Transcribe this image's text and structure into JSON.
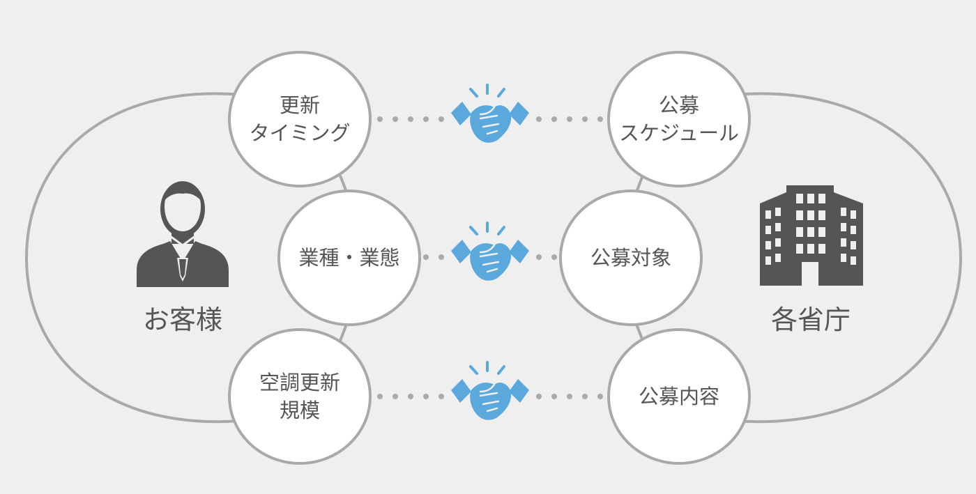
{
  "customer": {
    "label": "お客様",
    "items": [
      {
        "lines": [
          "更新",
          "タイミング"
        ]
      },
      {
        "lines": [
          "業種・業態"
        ]
      },
      {
        "lines": [
          "空調更新",
          "規模"
        ]
      }
    ]
  },
  "government": {
    "label": "各省庁",
    "items": [
      {
        "lines": [
          "公募",
          "スケジュール"
        ]
      },
      {
        "lines": [
          "公募対象"
        ]
      },
      {
        "lines": [
          "公募内容"
        ]
      }
    ]
  },
  "colors": {
    "outline": "#a9a9a9",
    "text": "#555555",
    "icon": "#555555",
    "handshake": "#5ba8dd",
    "dots": "#aaaaaa",
    "background": "#efefef"
  },
  "icons": {
    "customer": "businessman-icon",
    "government": "office-building-icon",
    "connection": "handshake-icon"
  }
}
